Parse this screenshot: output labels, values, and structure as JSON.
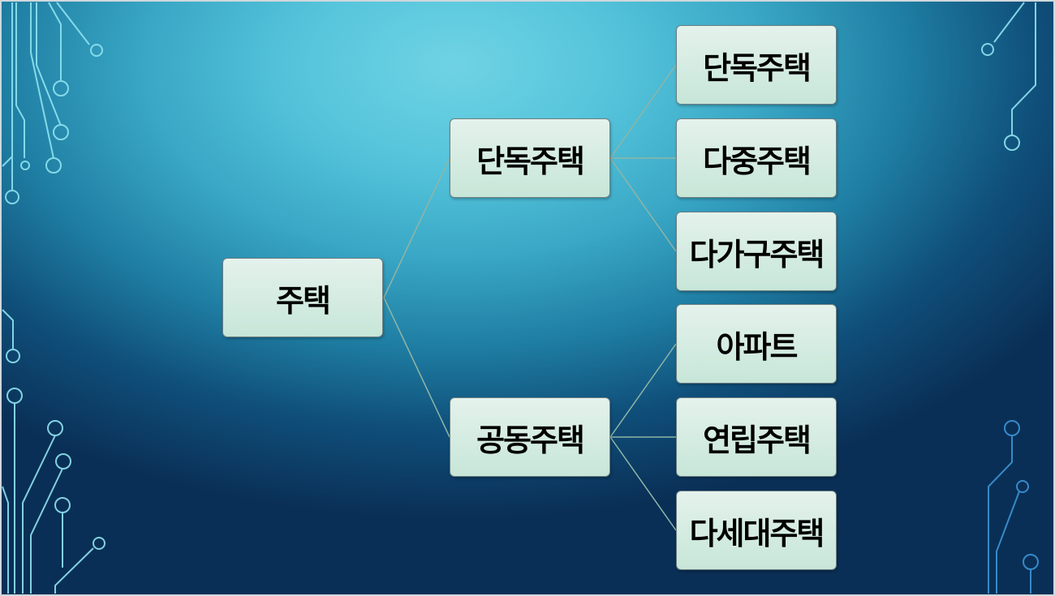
{
  "diagram": {
    "root": {
      "label": "주택"
    },
    "branches": [
      {
        "label": "단독주택",
        "children": [
          {
            "label": "단독주택"
          },
          {
            "label": "다중주택"
          },
          {
            "label": "다가구주택"
          }
        ]
      },
      {
        "label": "공동주택",
        "children": [
          {
            "label": "아파트"
          },
          {
            "label": "연립주택"
          },
          {
            "label": "다세대주택"
          }
        ]
      }
    ]
  },
  "colors": {
    "node_fill_top": "#e4f2ec",
    "node_fill_bottom": "#c7e6d8",
    "connector": "#8fb5a6",
    "circuit_light": "#8fe3f0",
    "circuit_dark": "#3a8fd0"
  }
}
